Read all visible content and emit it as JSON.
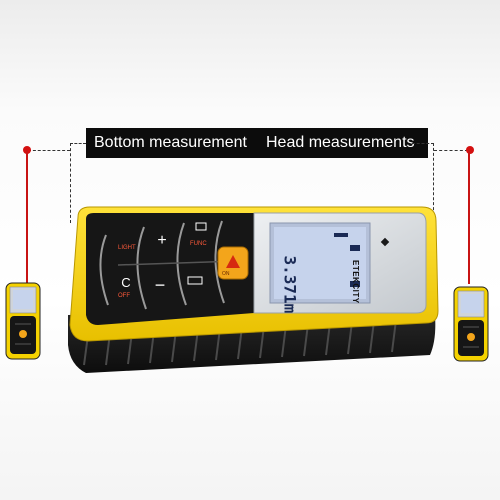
{
  "labels": {
    "bottom": "Bottom measurement",
    "head": "Head measurements"
  },
  "device": {
    "brand": "ETEKCITY",
    "display_reading": "3.371m",
    "keys": {
      "light": "LIGHT",
      "func": "FUNC",
      "c": "C",
      "off": "OFF",
      "plus": "+",
      "minus": "−",
      "on": "ON"
    }
  },
  "colors": {
    "body_yellow": "#f5d200",
    "grip_black": "#1a1a1a",
    "keypad_black": "#161616",
    "panel_silver": "#d4d8dc",
    "lcd_blue": "#c6d3ec",
    "on_button": "#f3a51b",
    "laser_red": "#c81414"
  }
}
